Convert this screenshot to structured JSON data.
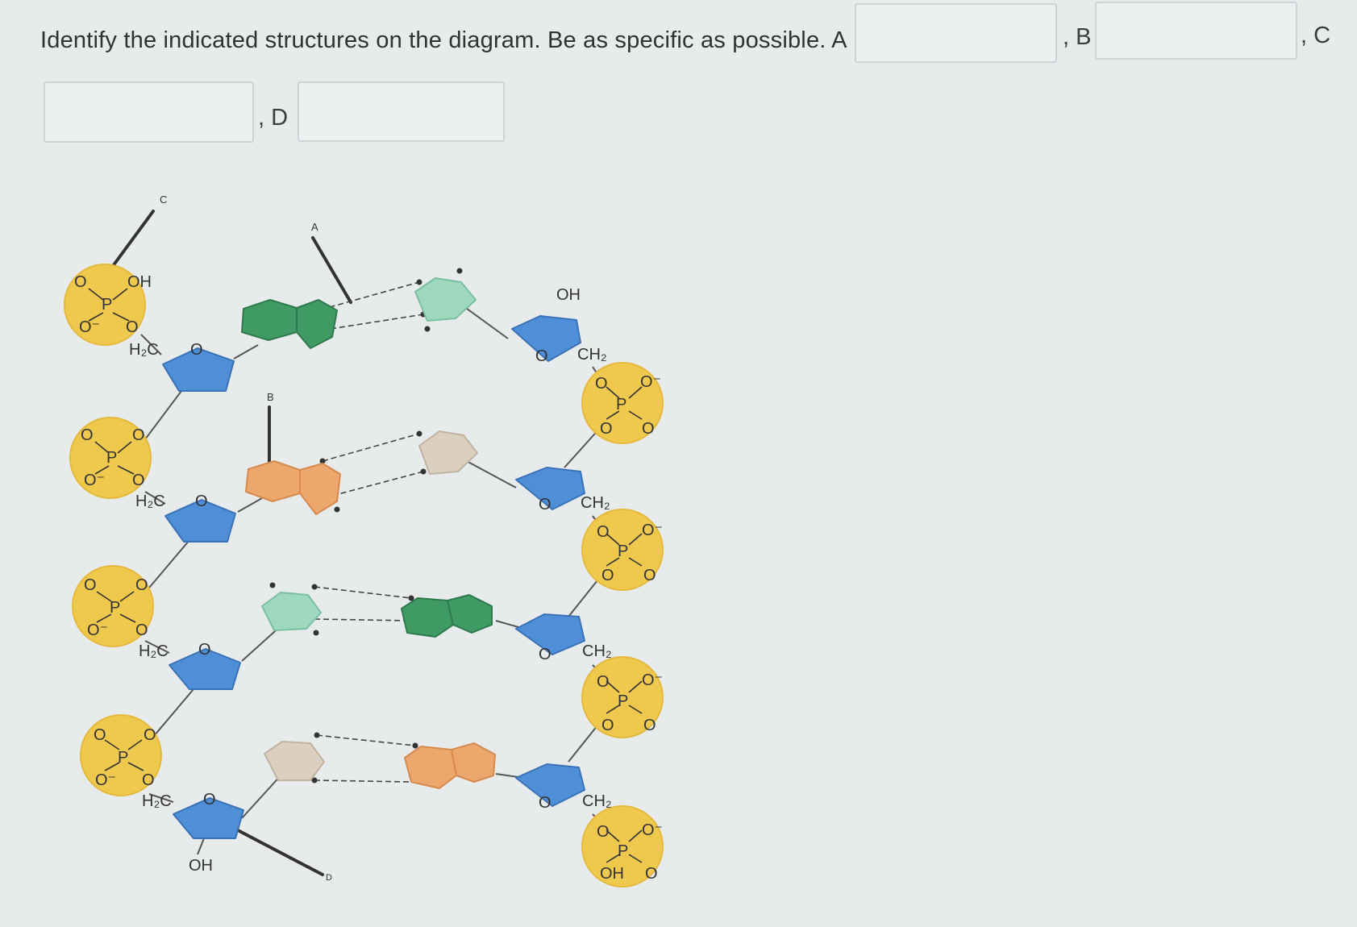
{
  "question": {
    "prompt": "Identify the indicated structures on the diagram. Be as specific as possible. A",
    "sep_b": ", B",
    "sep_c": ", C",
    "sep_d": ", D"
  },
  "answers": {
    "a": {
      "value": ""
    },
    "b": {
      "value": ""
    },
    "c": {
      "value": ""
    },
    "d": {
      "value": ""
    }
  },
  "diagram": {
    "pointer_labels": {
      "a": "A",
      "b": "B",
      "c": "C",
      "d": "D"
    },
    "atoms": {
      "o": "O",
      "o_minus": "O⁻",
      "p": "P",
      "oh": "OH",
      "h2c": "H₂C",
      "ch2": "CH₂"
    },
    "colors": {
      "phosphate": "#efc94e",
      "sugar": "#4f8fd8",
      "base_dark_green": "#3f9b63",
      "base_light_green": "#9ed8be",
      "base_orange": "#eda66c",
      "base_beige": "#dbcfbf"
    }
  }
}
